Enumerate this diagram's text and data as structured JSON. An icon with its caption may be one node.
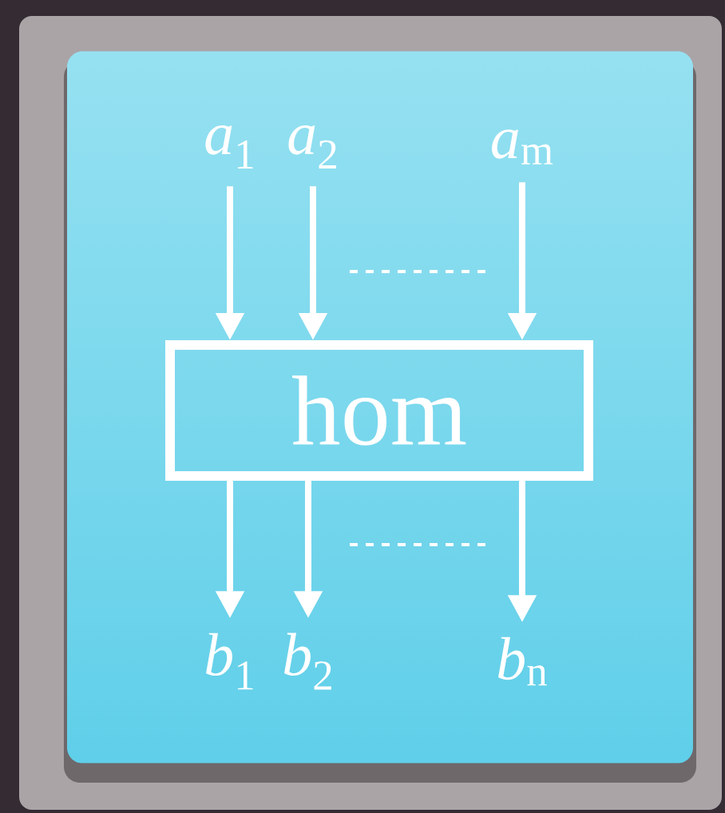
{
  "diagram": {
    "nodes": [
      {
        "text": [
          "*a*$_{1}$"
        ]
      },
      {
        "text": [
          "*a*$_{2}$"
        ]
      },
      {
        "text": [
          "*a*$_{m}$"
        ]
      },
      {
        "text": [
          "hom"
        ]
      },
      {
        "text": [
          "*b*$_{1}$"
        ]
      },
      {
        "text": [
          "*b*$_{2}$"
        ]
      },
      {
        "text": [
          "*b*$_{n}$"
        ]
      }
    ],
    "edges": [
      {
        "from": 0,
        "to": 3,
        "arrow": "to"
      },
      {
        "from": 1,
        "to": 3,
        "arrow": "to"
      },
      {
        "from": 2,
        "to": 3,
        "arrow": "to"
      },
      {
        "from": 3,
        "to": 4,
        "arrow": "to"
      },
      {
        "from": 3,
        "to": 5,
        "arrow": "to"
      },
      {
        "from": 3,
        "to": 6,
        "arrow": "to"
      }
    ]
  }
}
